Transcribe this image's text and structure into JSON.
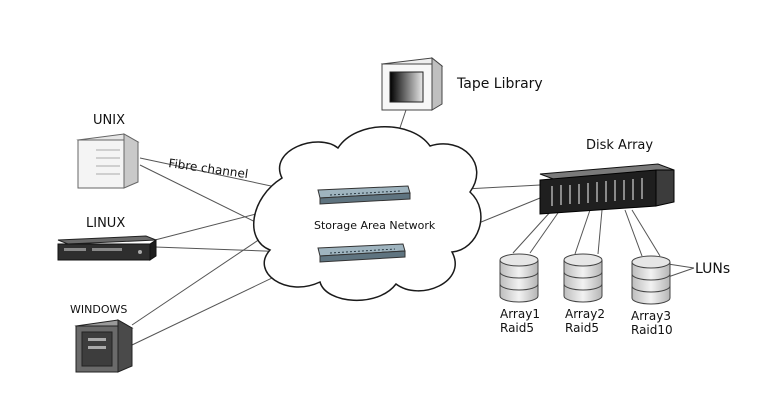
{
  "nodes": {
    "tape_library": "Tape Library",
    "disk_array": "Disk Array",
    "unix": "UNIX",
    "linux": "LINUX",
    "windows": "WINDOWS",
    "san": "Storage Area Network",
    "luns": "LUNs"
  },
  "links": {
    "fibre_channel": "Fibre channel"
  },
  "arrays": [
    {
      "name": "Array1",
      "raid": "Raid5"
    },
    {
      "name": "Array2",
      "raid": "Raid5"
    },
    {
      "name": "Array3",
      "raid": "Raid10"
    }
  ],
  "colors": {
    "line": "#555555",
    "switch": "#8ea3ad",
    "disk_body": "#d9d9d9",
    "device_dark": "#2a2a2a"
  }
}
